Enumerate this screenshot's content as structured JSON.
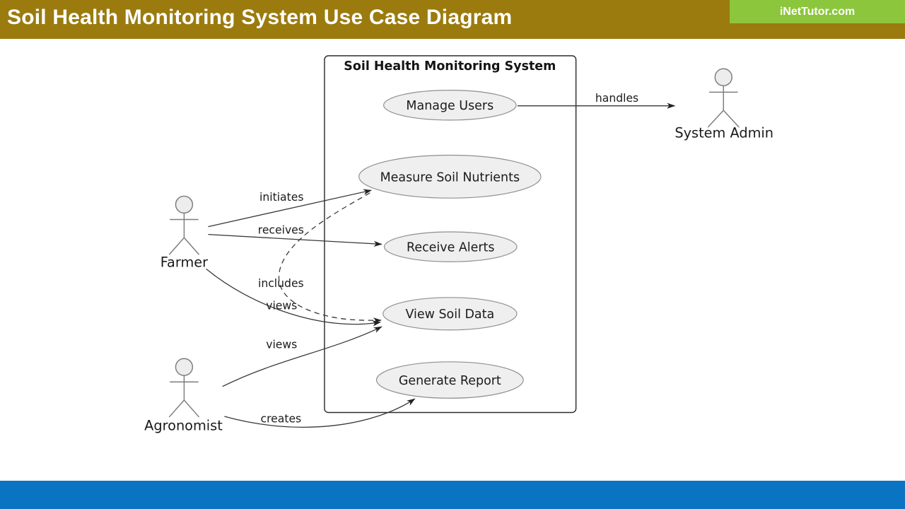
{
  "header": {
    "title": "Soil Health Monitoring System Use Case Diagram",
    "brand": "iNetTutor.com"
  },
  "colors": {
    "header_bar": "#9b7b0e",
    "brand_box": "#8cc63d",
    "footer_bar": "#0a73c2",
    "use_case_fill": "#efefef",
    "use_case_stroke": "#8f8f8f",
    "connector": "#383838"
  },
  "diagram": {
    "system": {
      "title": "Soil Health Monitoring System"
    },
    "use_cases": [
      {
        "id": "manage-users",
        "label": "Manage Users"
      },
      {
        "id": "measure-soil-nutrients",
        "label": "Measure Soil Nutrients"
      },
      {
        "id": "receive-alerts",
        "label": "Receive Alerts"
      },
      {
        "id": "view-soil-data",
        "label": "View Soil Data"
      },
      {
        "id": "generate-report",
        "label": "Generate Report"
      }
    ],
    "actors": [
      {
        "id": "farmer",
        "label": "Farmer"
      },
      {
        "id": "agronomist",
        "label": "Agronomist"
      },
      {
        "id": "system-admin",
        "label": "System Admin"
      }
    ],
    "relations": [
      {
        "from": "Manage Users",
        "to": "System Admin",
        "label": "handles",
        "style": "solid"
      },
      {
        "from": "Farmer",
        "to": "Measure Soil Nutrients",
        "label": "initiates",
        "style": "solid"
      },
      {
        "from": "Farmer",
        "to": "Receive Alerts",
        "label": "receives",
        "style": "solid"
      },
      {
        "from": "Measure Soil Nutrients",
        "to": "View Soil Data",
        "label": "includes",
        "style": "dashed"
      },
      {
        "from": "Farmer",
        "to": "View Soil Data",
        "label": "views",
        "style": "solid"
      },
      {
        "from": "Agronomist",
        "to": "View Soil Data",
        "label": "views",
        "style": "solid"
      },
      {
        "from": "Agronomist",
        "to": "Generate Report",
        "label": "creates",
        "style": "solid"
      }
    ]
  }
}
